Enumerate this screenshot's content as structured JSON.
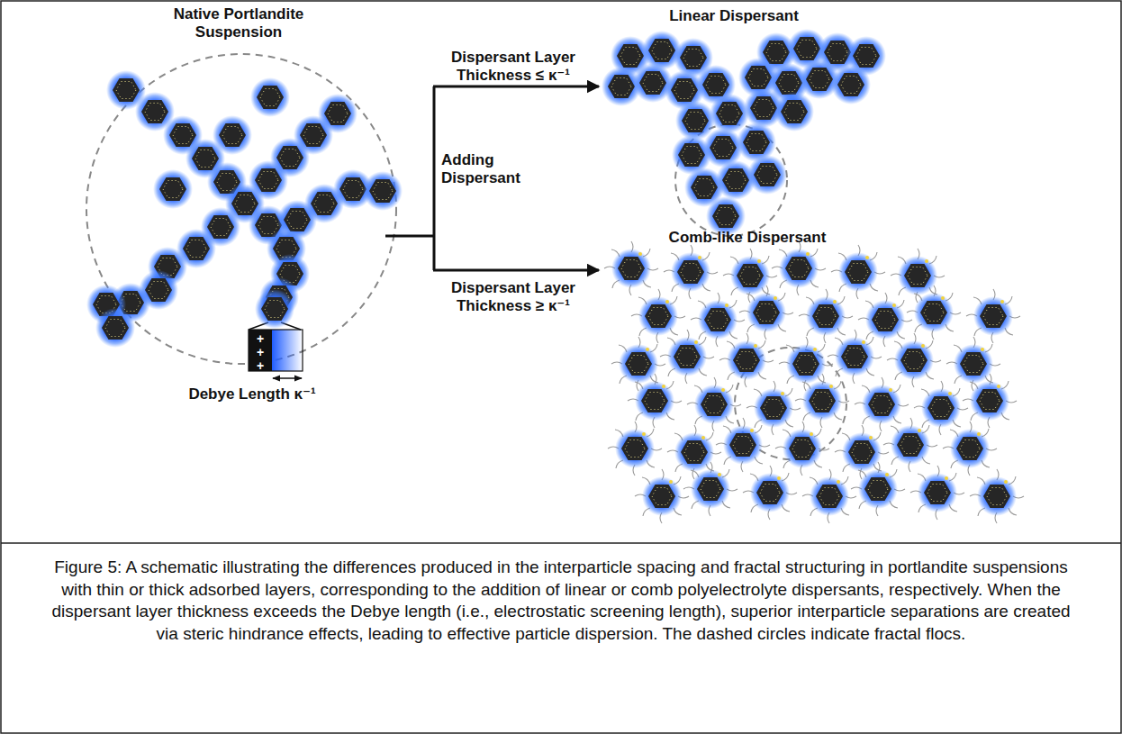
{
  "diagram": {
    "caption": "Figure 5: A schematic illustrating the differences produced in the interparticle spacing and fractal structuring in portlandite suspensions with thin or thick adsorbed layers, corresponding to the addition of linear or comb polyelectrolyte dispersants, respectively. When the dispersant layer thickness exceeds the Debye length (i.e., electrostatic screening length), superior interparticle separations are created via steric hindrance effects, leading to effective particle dispersion. The dashed circles indicate fractal flocs.",
    "labels": [
      "Native Portlandite Suspension",
      "Linear Dispersant",
      "Dispersant Layer Thickness ≤ κ⁻¹",
      "Adding Dispersant",
      "Dispersant Layer Thickness ≥ κ⁻¹",
      "Comb-like Dispersant",
      "+",
      "+",
      "+",
      "Debye Length κ⁻¹"
    ]
  }
}
